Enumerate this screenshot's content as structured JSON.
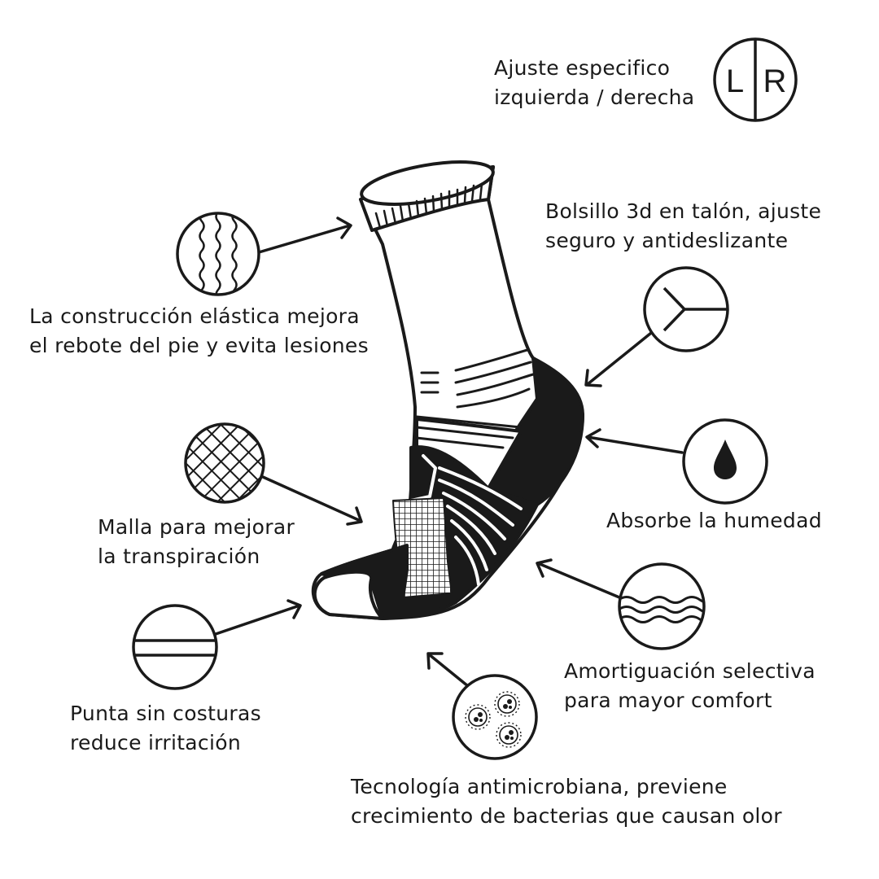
{
  "colors": {
    "ink": "#1a1a1a",
    "background": "#ffffff"
  },
  "lr_badge": {
    "left": "L",
    "right": "R"
  },
  "features": {
    "fit": {
      "icon": "left-right-circle-icon",
      "line1": "Ajuste especifico",
      "line2": "izquierda / derecha"
    },
    "heel": {
      "icon": "y-split-circle-icon",
      "line1": "Bolsillo 3d en talón, ajuste",
      "line2": "seguro y antideslizante"
    },
    "elastic": {
      "icon": "wavy-lines-circle-icon",
      "line1": "La construcción elástica mejora",
      "line2": "el rebote del pie y evita lesiones"
    },
    "moisture": {
      "icon": "water-drop-circle-icon",
      "line1": "Absorbe la humedad"
    },
    "mesh": {
      "icon": "mesh-grid-circle-icon",
      "line1": "Malla para mejorar",
      "line2": "la transpiración"
    },
    "cushion": {
      "icon": "waves-circle-icon",
      "line1": "Amortiguación selectiva",
      "line2": "para mayor comfort"
    },
    "toe": {
      "icon": "seam-band-circle-icon",
      "line1": "Punta sin costuras",
      "line2": "reduce irritación"
    },
    "antimicrobial": {
      "icon": "bacteria-circle-icon",
      "line1": "Tecnología antimicrobiana, previene",
      "line2": "crecimiento de bacterias que causan olor"
    }
  }
}
